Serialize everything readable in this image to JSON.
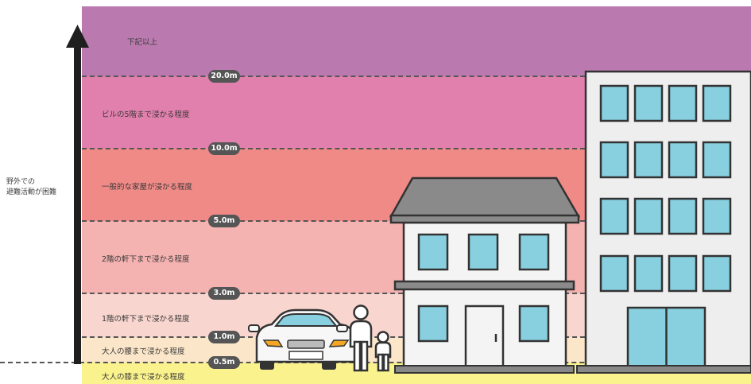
{
  "side_note": {
    "line1": "野外での",
    "line2": "避難活動が困難"
  },
  "colors": {
    "band_top": "#bb7aaf",
    "band_20_10": "#e17fad",
    "band_10_5": "#f08a87",
    "band_5_3": "#f4b2b0",
    "band_3_1": "#f8d5ce",
    "band_1_05": "#fbe6c9",
    "band_ground": "#faf28c",
    "line": "#555555"
  },
  "bands": [
    {
      "label": "下記以上"
    },
    {
      "label": "ビルの5階まで浸かる程度"
    },
    {
      "label": "一般的な家屋が浸かる程度"
    },
    {
      "label": "2階の軒下まで浸かる程度"
    },
    {
      "label": "1階の軒下まで浸かる程度"
    },
    {
      "label": "大人の腰まで浸かる程度"
    },
    {
      "label": "大人の膝まで浸かる程度"
    }
  ],
  "depths": [
    "20.0m",
    "10.0m",
    "5.0m",
    "3.0m",
    "1.0m",
    "0.5m"
  ],
  "icons": [
    "up-arrow-icon",
    "car-icon",
    "adult-icon",
    "child-icon",
    "house-icon",
    "building-icon"
  ]
}
